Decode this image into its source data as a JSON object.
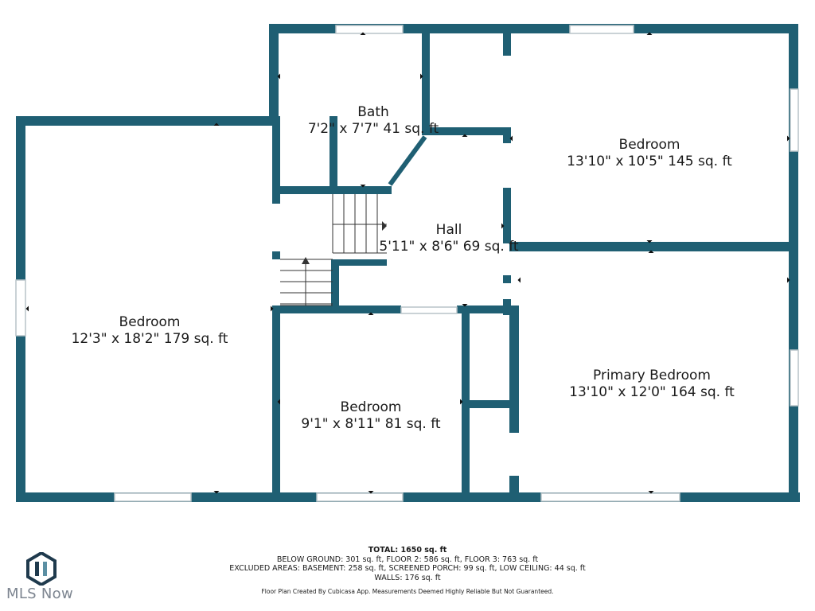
{
  "colors": {
    "wall": "#1f5f73",
    "window_frame": "#b8c4c8",
    "stair_line": "#333333",
    "text": "#1a1a1a",
    "logo_gray": "#7d8590"
  },
  "rooms": [
    {
      "id": "bath",
      "name": "Bath",
      "dims": "7'2\" x 7'7\" 41 sq. ft"
    },
    {
      "id": "bedroom-ne",
      "name": "Bedroom",
      "dims": "13'10\" x 10'5\" 145 sq. ft"
    },
    {
      "id": "hall",
      "name": "Hall",
      "dims": "5'11\" x 8'6\" 69 sq. ft"
    },
    {
      "id": "bedroom-w",
      "name": "Bedroom",
      "dims": "12'3\" x 18'2\" 179 sq. ft"
    },
    {
      "id": "bedroom-s",
      "name": "Bedroom",
      "dims": "9'1\" x 8'11\" 81 sq. ft"
    },
    {
      "id": "primary",
      "name": "Primary Bedroom",
      "dims": "13'10\" x 12'0\" 164 sq. ft"
    }
  ],
  "summary": {
    "total": "TOTAL: 1650 sq. ft",
    "below_ground": "BELOW GROUND: 301 sq. ft, FLOOR 2: 586 sq. ft, FLOOR 3: 763 sq. ft",
    "excluded": "EXCLUDED AREAS: BASEMENT: 258 sq. ft, SCREENED PORCH: 99 sq. ft, LOW CEILING: 44 sq. ft",
    "walls": "WALLS: 176 sq. ft",
    "credit": "Floor Plan Created By Cubicasa App. Measurements Deemed Highly Reliable But Not Guaranteed."
  },
  "logo": {
    "text": "MLS Now",
    "icon": "mls-now-logo-icon"
  }
}
